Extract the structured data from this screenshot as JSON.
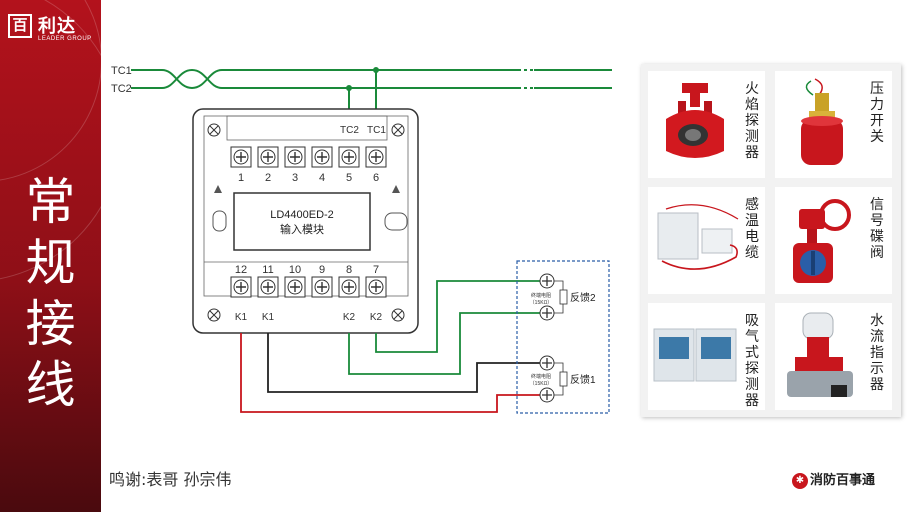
{
  "brand": {
    "logo_mark": "百",
    "logo_name": "利达",
    "logo_sub": "LEADER GROUP"
  },
  "side_title": [
    "常",
    "规",
    "接",
    "线"
  ],
  "diagram": {
    "bus": [
      "TC1",
      "TC2"
    ],
    "module_name": "LD4400ED-2",
    "module_desc": "输入模块",
    "top_header": [
      "TC2",
      "TC1"
    ],
    "top_terminals": [
      "1",
      "2",
      "3",
      "4",
      "5",
      "6"
    ],
    "bottom_terminals": [
      "12",
      "11",
      "10",
      "9",
      "8",
      "7"
    ],
    "bottom_labels": [
      "K1",
      "K1",
      "K2",
      "K2"
    ],
    "resistor_name": "终端电阻",
    "resistor_value": "（15KΩ）",
    "feedback": [
      "反馈2",
      "反馈1"
    ]
  },
  "devices": [
    {
      "name": "火焰探测器"
    },
    {
      "name": "压力开关"
    },
    {
      "name": "感温电缆"
    },
    {
      "name": "信号碟阀"
    },
    {
      "name": "吸气式探测器"
    },
    {
      "name": "水流指示器"
    }
  ],
  "thanks": "鸣谢:表哥   孙宗伟",
  "footer_brand": "消防百事通",
  "colors": {
    "accent": "#c8161d",
    "bus_wire": "#1a8a3a",
    "black_wire": "#222222",
    "red_wire": "#c8161d"
  }
}
